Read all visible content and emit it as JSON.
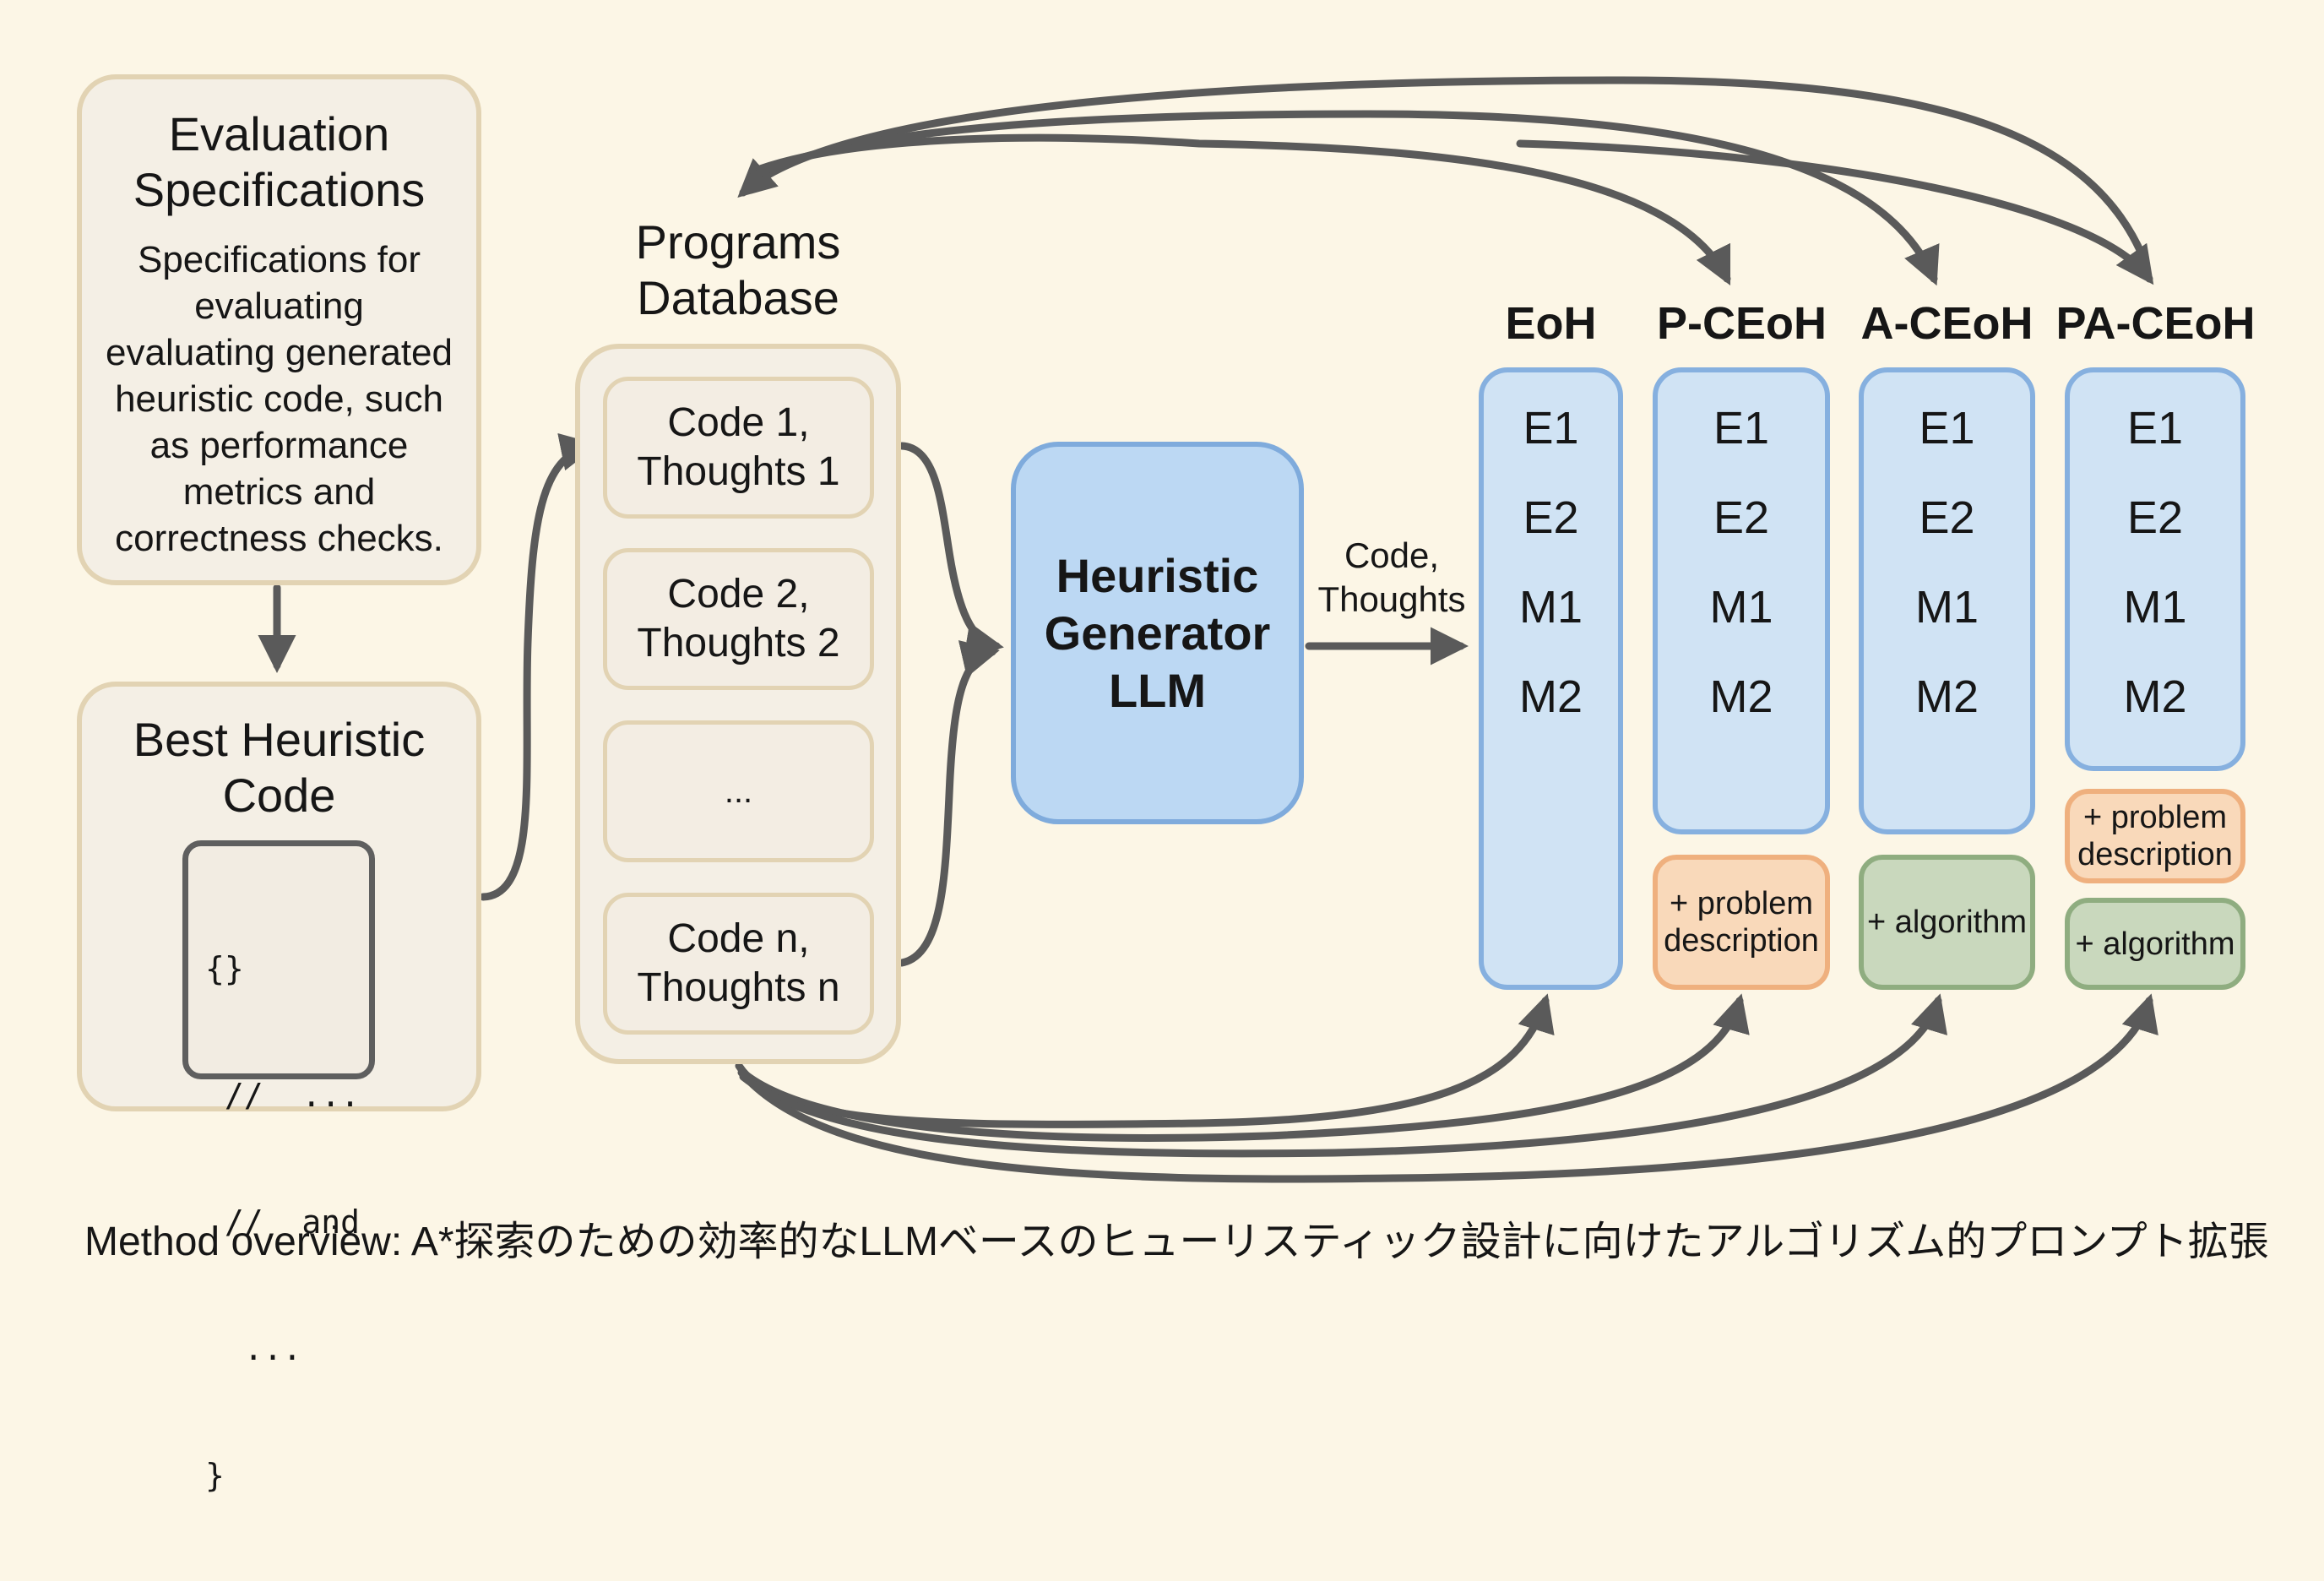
{
  "eval_spec": {
    "title_lines": [
      "Evaluation",
      "Specifications"
    ],
    "body_lines": [
      "Specifications for",
      "evaluating",
      "evaluating generated",
      "heuristic code, such",
      "as performance",
      "metrics and",
      "correctness checks."
    ]
  },
  "best_heuristic": {
    "title_lines": [
      "Best Heuristic",
      "Code"
    ],
    "code_lines": [
      "{}",
      " //  ...",
      " //  and",
      "  ...",
      "}"
    ]
  },
  "programs_db": {
    "title_lines": [
      "Programs",
      "Database"
    ],
    "entries": [
      {
        "line1": "Code 1,",
        "line2": "Thoughts 1"
      },
      {
        "line1": "Code 2,",
        "line2": "Thoughts 2"
      },
      {
        "line1": "...",
        "line2": ""
      },
      {
        "line1": "Code n,",
        "line2": "Thoughts n"
      }
    ]
  },
  "llm": {
    "lines": [
      "Heuristic",
      "Generator",
      "LLM"
    ]
  },
  "output_label": {
    "lines": [
      "Code,",
      "Thoughts"
    ]
  },
  "variants": [
    {
      "name": "EoH",
      "operators": [
        "E1",
        "E2",
        "M1",
        "M2"
      ],
      "extras": []
    },
    {
      "name": "P-CEoH",
      "operators": [
        "E1",
        "E2",
        "M1",
        "M2"
      ],
      "extras": [
        {
          "type": "problem",
          "lines": [
            "+ problem",
            "description"
          ]
        }
      ]
    },
    {
      "name": "A-CEoH",
      "operators": [
        "E1",
        "E2",
        "M1",
        "M2"
      ],
      "extras": [
        {
          "type": "algorithm",
          "lines": [
            "+ algorithm"
          ]
        }
      ]
    },
    {
      "name": "PA-CEoH",
      "operators": [
        "E1",
        "E2",
        "M1",
        "M2"
      ],
      "extras": [
        {
          "type": "problem",
          "lines": [
            "+ problem",
            "description"
          ]
        },
        {
          "type": "algorithm",
          "lines": [
            "+ algorithm"
          ]
        }
      ]
    }
  ],
  "colors": {
    "background": "#fcf6e6",
    "beige_border": "#e2d3b3",
    "llm_fill": "#bcd8f3",
    "llm_border": "#7fabdc",
    "column_fill": "#d0e3f4",
    "column_border": "#86b0df",
    "problem_fill": "#f9d9ba",
    "problem_border": "#efb07e",
    "algorithm_fill": "#c9d8bd",
    "algorithm_border": "#8fad80",
    "arrow": "#5a5a5a"
  },
  "caption": "Method overview: A*探索のための効率的なLLMベースのヒューリスティック設計に向けたアルゴリズム的プロンプト拡張"
}
